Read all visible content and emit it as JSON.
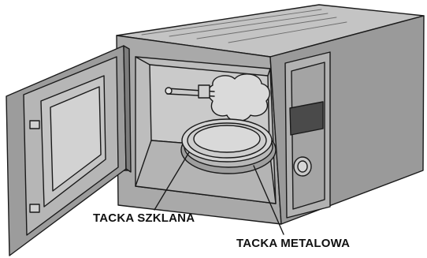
{
  "labels": {
    "glass_tray": "TACKA SZKLANA",
    "metal_tray": "TACKA METALOWA"
  },
  "colors": {
    "body": "#a9a9a9",
    "top": "#c4c4c4",
    "side": "#8f8f8f",
    "cavity": "#b9b9b9",
    "door": "#9c9c9c",
    "outline": "#1a1a1a"
  },
  "icons": [
    "microwave-oven-illustration",
    "grill-heater-icon",
    "turntable-icon",
    "control-knob-icon"
  ]
}
